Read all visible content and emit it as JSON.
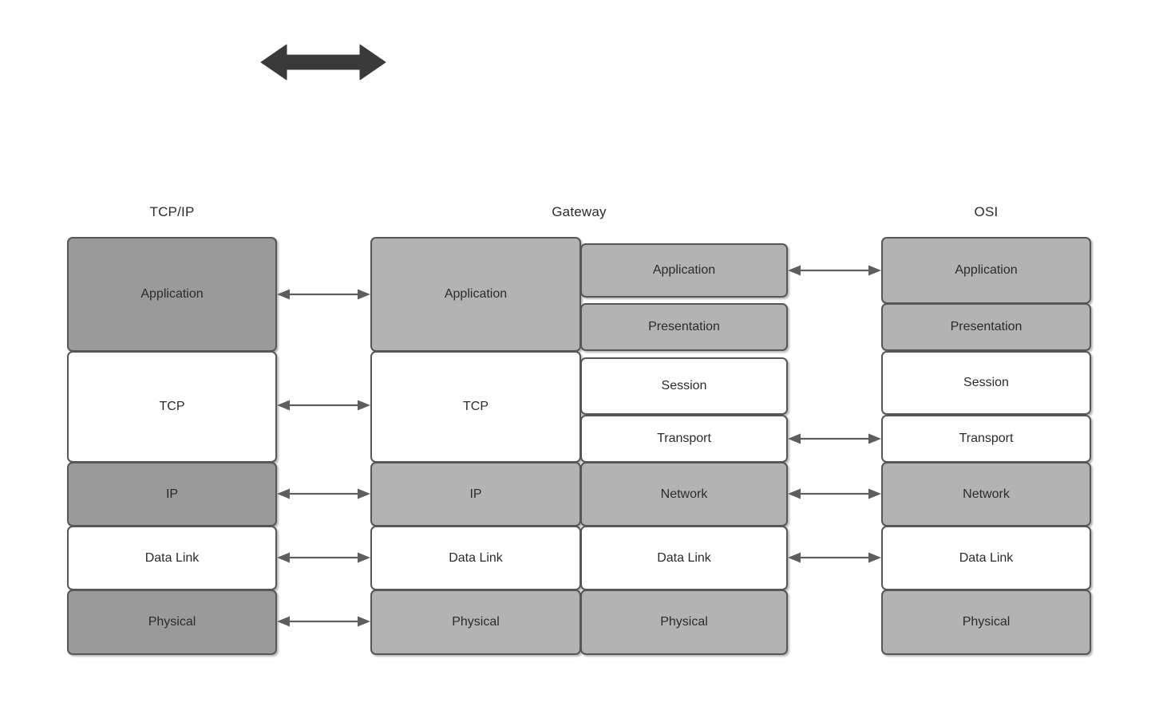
{
  "diagram": {
    "title_region": {
      "tcpip": "TCP/IP",
      "gateway": "Gateway",
      "osi": "OSI"
    },
    "top_arrow": {
      "name": "double-headed-block-arrow",
      "color": "#3a3a3a"
    },
    "colors": {
      "tcpip_fill": "#9a9a9a",
      "gateway_fill": "#b3b3b3",
      "osi_fill": "#b3b3b3",
      "white_fill": "#ffffff",
      "border": "#575757",
      "text": "#2b2b2b",
      "connector": "#5e5e5e"
    },
    "columns": [
      {
        "id": "tcpip",
        "title": "TCP/IP",
        "layers": [
          {
            "label": "Application",
            "fill": "dark"
          },
          {
            "label": "TCP",
            "fill": "white"
          },
          {
            "label": "IP",
            "fill": "dark"
          },
          {
            "label": "Data Link",
            "fill": "white"
          },
          {
            "label": "Physical",
            "fill": "dark"
          }
        ]
      },
      {
        "id": "gateway-left",
        "title": "Gateway",
        "layers": [
          {
            "label": "Application",
            "fill": "mid"
          },
          {
            "label": "TCP",
            "fill": "white"
          },
          {
            "label": "IP",
            "fill": "mid"
          },
          {
            "label": "Data Link",
            "fill": "white"
          },
          {
            "label": "Physical",
            "fill": "mid"
          }
        ]
      },
      {
        "id": "gateway-right",
        "title": "",
        "layers": [
          {
            "label": "Application",
            "fill": "mid"
          },
          {
            "label": "Presentation",
            "fill": "mid"
          },
          {
            "label": "Session",
            "fill": "white"
          },
          {
            "label": "Transport",
            "fill": "white"
          },
          {
            "label": "Network",
            "fill": "mid"
          },
          {
            "label": "Data Link",
            "fill": "white"
          },
          {
            "label": "Physical",
            "fill": "mid"
          }
        ]
      },
      {
        "id": "osi",
        "title": "OSI",
        "layers": [
          {
            "label": "Application",
            "fill": "mid"
          },
          {
            "label": "Presentation",
            "fill": "mid"
          },
          {
            "label": "Session",
            "fill": "white"
          },
          {
            "label": "Transport",
            "fill": "white"
          },
          {
            "label": "Network",
            "fill": "mid"
          },
          {
            "label": "Data Link",
            "fill": "white"
          },
          {
            "label": "Physical",
            "fill": "mid"
          }
        ]
      }
    ],
    "connectors_left": [
      {
        "from": "Application",
        "to": "Application"
      },
      {
        "from": "TCP",
        "to": "TCP"
      },
      {
        "from": "IP",
        "to": "IP"
      },
      {
        "from": "Data Link",
        "to": "Data Link"
      },
      {
        "from": "Physical",
        "to": "Physical"
      }
    ],
    "connectors_right": [
      {
        "from": "Application",
        "to": "Application"
      },
      {
        "from": "Transport",
        "to": "Transport"
      },
      {
        "from": "Network",
        "to": "Network"
      },
      {
        "from": "Data Link",
        "to": "Data Link"
      }
    ]
  }
}
